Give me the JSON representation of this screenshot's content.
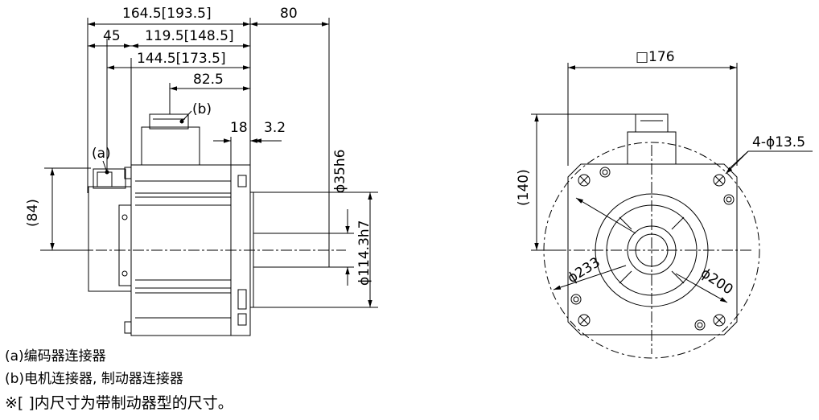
{
  "side_view": {
    "dims": {
      "overall_length": "164.5[193.5]",
      "shaft_length": "80",
      "encoder_offset": "45",
      "body_length": "119.5[148.5]",
      "to_flange": "144.5[173.5]",
      "connector_b_pos": "82.5",
      "flange_thickness": "18",
      "spigot_depth": "3.2",
      "shaft_diameter": "ϕ35h6",
      "spigot_diameter": "ϕ114.3h7",
      "encoder_height": "(84)"
    },
    "labels": {
      "connector_a": "(a)",
      "connector_b": "(b)"
    }
  },
  "front_view": {
    "dims": {
      "flange_square": "□176",
      "mount_holes": "4-ϕ13.5",
      "connector_height": "(140)",
      "pcd": "ϕ200",
      "outer_diameter": "ϕ233"
    }
  },
  "notes": {
    "a": "(a)编码器连接器",
    "b": "(b)电机连接器, 制动器连接器",
    "c": "※[ ]内尺寸为带制动器型的尺寸。"
  }
}
